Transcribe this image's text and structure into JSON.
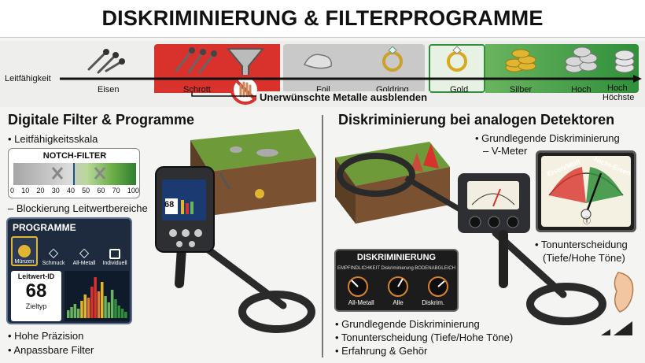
{
  "header": {
    "title": "DISKRIMINIERUNG & FILTERPROGRAMME"
  },
  "scale": {
    "axis_label": "Leitfähigkeit",
    "points": [
      "Eisen",
      "Schrott",
      "Foil",
      "Goldring",
      "Gold",
      "Silber",
      "Hoch",
      "Hoch"
    ],
    "last_sub": "Höchste",
    "caption": "Unerwünschte Metalle ausblenden",
    "zone_colors": {
      "red": "#d9322c",
      "gray": "#c9c9c9",
      "green": "#2f8f3a"
    }
  },
  "left": {
    "title": "Digitale Filter & Programme",
    "bullet1": "• Leitfähigkeitsskala",
    "notch": {
      "label": "NOTCH-FILTER",
      "ticks": [
        "0",
        "10",
        "20",
        "30",
        "40",
        "50",
        "60",
        "70",
        "100"
      ],
      "blocked_fraction": 0.5
    },
    "bullet2": "– Blockierung Leitwertbereiche",
    "programs": {
      "title": "PROGRAMME",
      "items": [
        "Münzen",
        "Schmuck",
        "All-Metall",
        "Individuell"
      ]
    },
    "leitwert": {
      "label": "Leitwert-ID",
      "value": "68",
      "sub": "Zieltyp"
    },
    "screen_value": "68",
    "bullet3": "• Hohe Präzision",
    "bullet4": "• Anpassbare Filter"
  },
  "right": {
    "title": "Diskriminierung bei analogen Detektoren",
    "bullet1": "• Grundlegende Diskriminierung",
    "bullet1b": "– V-Meter",
    "meter": {
      "left_label": "Eisen/Müll",
      "right_label": "Nicht-Eisen",
      "center_label": "Ⓘ"
    },
    "bullet2a": "• Tonunterscheidung",
    "bullet2b": "(Tiefe/Hohe Töne)",
    "panel": {
      "title": "DISKRIMINIERUNG",
      "knob_labels": [
        "EMPFINDLICHKEIT",
        "Diskriminierung",
        "BODENABGLEICH"
      ],
      "sub_labels": [
        "All-Metall",
        "Alle",
        "Diskrim."
      ]
    },
    "bottom": [
      "• Grundlegende Diskriminierung",
      "• Tonunterscheidung (Tiefe/Hohe Töne)",
      "• Erfahrung & Gehör"
    ]
  }
}
